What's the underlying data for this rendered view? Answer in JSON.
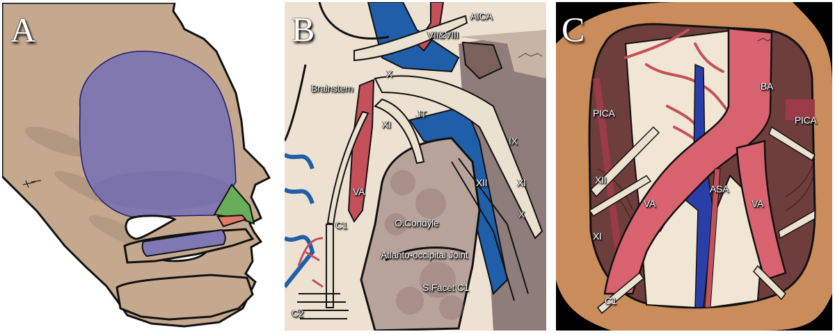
{
  "figure": {
    "panels": [
      {
        "id": "A",
        "letter": "A",
        "description": "Lateral schematic of skull base and upper cervical spine with highlighted regions",
        "regions": [
          {
            "name": "posterior-fossa-region",
            "color": "#8178b0"
          },
          {
            "name": "c1-arch-region",
            "color": "#7f78b4"
          },
          {
            "name": "anterior-wedge-region",
            "color": "#67ad5a"
          },
          {
            "name": "joint-wedge-region",
            "color": "#e07a66"
          },
          {
            "name": "bone",
            "color": "#c5a98f"
          }
        ],
        "labels": []
      },
      {
        "id": "B",
        "letter": "B",
        "description": "Far-lateral view of craniovertebral junction",
        "labels": [
          {
            "text": "AICA"
          },
          {
            "text": "VII&VIII"
          },
          {
            "text": "X"
          },
          {
            "text": "Brainstem"
          },
          {
            "text": "JT"
          },
          {
            "text": "XI"
          },
          {
            "text": "IX"
          },
          {
            "text": "XII"
          },
          {
            "text": "XI"
          },
          {
            "text": "VA"
          },
          {
            "text": "X"
          },
          {
            "text": "C1"
          },
          {
            "text": "O.Condyle"
          },
          {
            "text": "Atlanto-occipital Joint"
          },
          {
            "text": "S.Facet C1"
          },
          {
            "text": "C2"
          }
        ]
      },
      {
        "id": "C",
        "letter": "C",
        "description": "Surgical exposure view of vertebrobasilar system",
        "labels": [
          {
            "text": "BA"
          },
          {
            "text": "PICA"
          },
          {
            "text": "PICA"
          },
          {
            "text": "XII"
          },
          {
            "text": "VA"
          },
          {
            "text": "ASA"
          },
          {
            "text": "VA"
          },
          {
            "text": "XI"
          },
          {
            "text": "C1"
          }
        ]
      }
    ],
    "colors": {
      "bone": "#c5a98f",
      "purple": "#8178b0",
      "green": "#67ad5a",
      "salmon": "#e07a66",
      "artery": "#c4505a",
      "artery_light": "#d9626f",
      "vein": "#1f5ea8",
      "nerve": "#ebe1cf",
      "frame_orange": "#c98c5a",
      "muscle": "#7a4b48",
      "dura": "#f1e5d3"
    }
  }
}
